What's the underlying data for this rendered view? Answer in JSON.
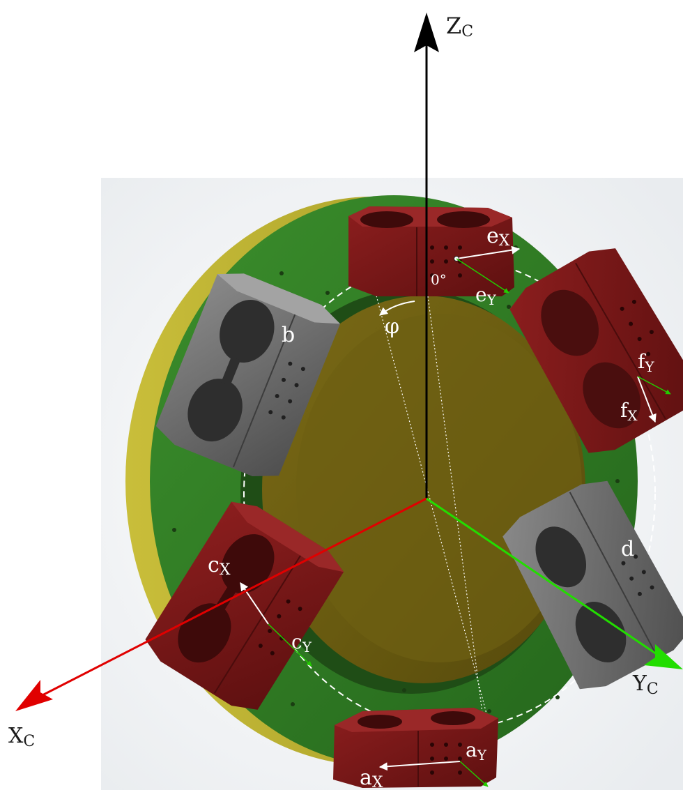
{
  "axes": {
    "z": {
      "base": "Z",
      "sub": "C"
    },
    "x": {
      "base": "X",
      "sub": "C"
    },
    "y": {
      "base": "Y",
      "sub": "C"
    }
  },
  "angle": {
    "zero": "0°",
    "phi": "φ"
  },
  "blocks": {
    "a": {
      "x_base": "a",
      "x_sub": "X",
      "y_base": "a",
      "y_sub": "Y"
    },
    "b": {
      "label": "b"
    },
    "c": {
      "x_base": "c",
      "x_sub": "X",
      "y_base": "c",
      "y_sub": "Y"
    },
    "d": {
      "label": "d"
    },
    "e": {
      "x_base": "e",
      "x_sub": "X",
      "y_base": "e",
      "y_sub": "Y"
    },
    "f": {
      "x_base": "f",
      "x_sub": "X",
      "y_base": "f",
      "y_sub": "Y"
    }
  },
  "colors": {
    "axis_x": "#e00000",
    "axis_y": "#22dd00",
    "axis_z": "#000000",
    "flange": "#2f7d22",
    "disc": "#6b5c12",
    "red_block": "#7a1616",
    "gray_block": "#707070",
    "back_plate": "#b7ad2e"
  }
}
